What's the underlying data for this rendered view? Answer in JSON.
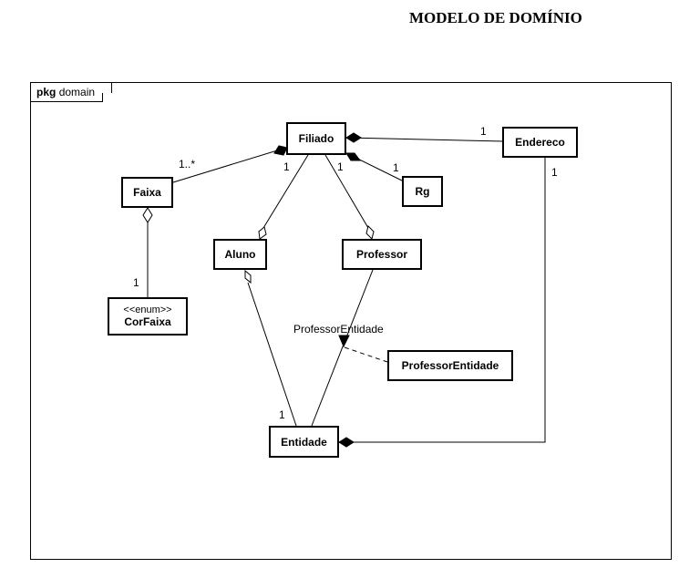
{
  "page": {
    "title": "MODELO DE DOMÍNIO"
  },
  "package": {
    "keyword": "pkg",
    "name": "domain"
  },
  "classes": {
    "filiado": "Filiado",
    "endereco": "Endereco",
    "faixa": "Faixa",
    "rg": "Rg",
    "aluno": "Aluno",
    "professor": "Professor",
    "corfaixa": {
      "stereotype": "<<enum>>",
      "name": "CorFaixa"
    },
    "professorentidade": "ProfessorEntidade",
    "entidade": "Entidade"
  },
  "multiplicities": {
    "filiado_faixa": "1..*",
    "filiado_endereco": "1",
    "endereco_entidade": "1",
    "filiado_aluno": "1",
    "filiado_professor": "1",
    "filiado_rg": "1",
    "faixa_corfaixa": "1",
    "aluno_entidade": "1"
  },
  "association_class_label": "ProfessorEntidade"
}
